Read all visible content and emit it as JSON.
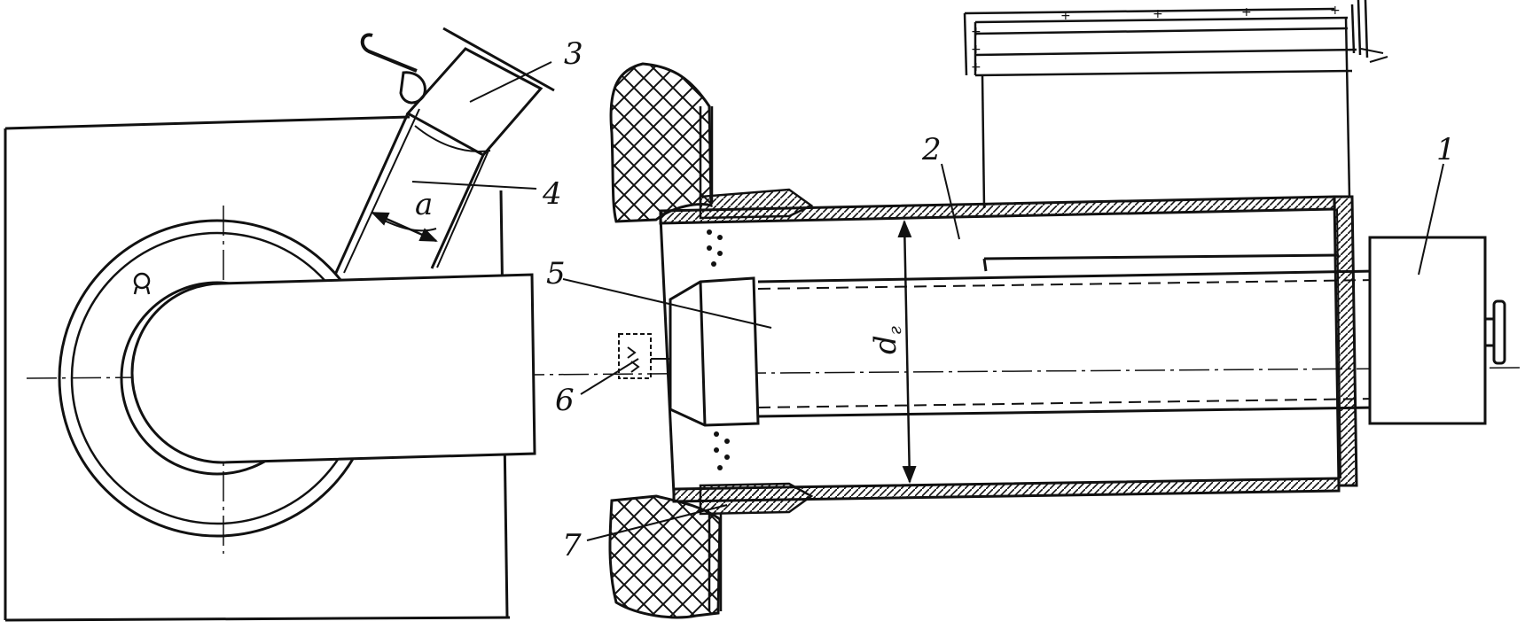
{
  "labels": {
    "l1": "1",
    "l2": "2",
    "l3": "3",
    "l4": "4",
    "l5": "5",
    "l6": "6",
    "l7": "7"
  },
  "dimensions": {
    "a": "a",
    "d_main": "d",
    "d_sub": "г"
  },
  "colors": {
    "ink": "#111111",
    "paper": "#ffffff"
  }
}
